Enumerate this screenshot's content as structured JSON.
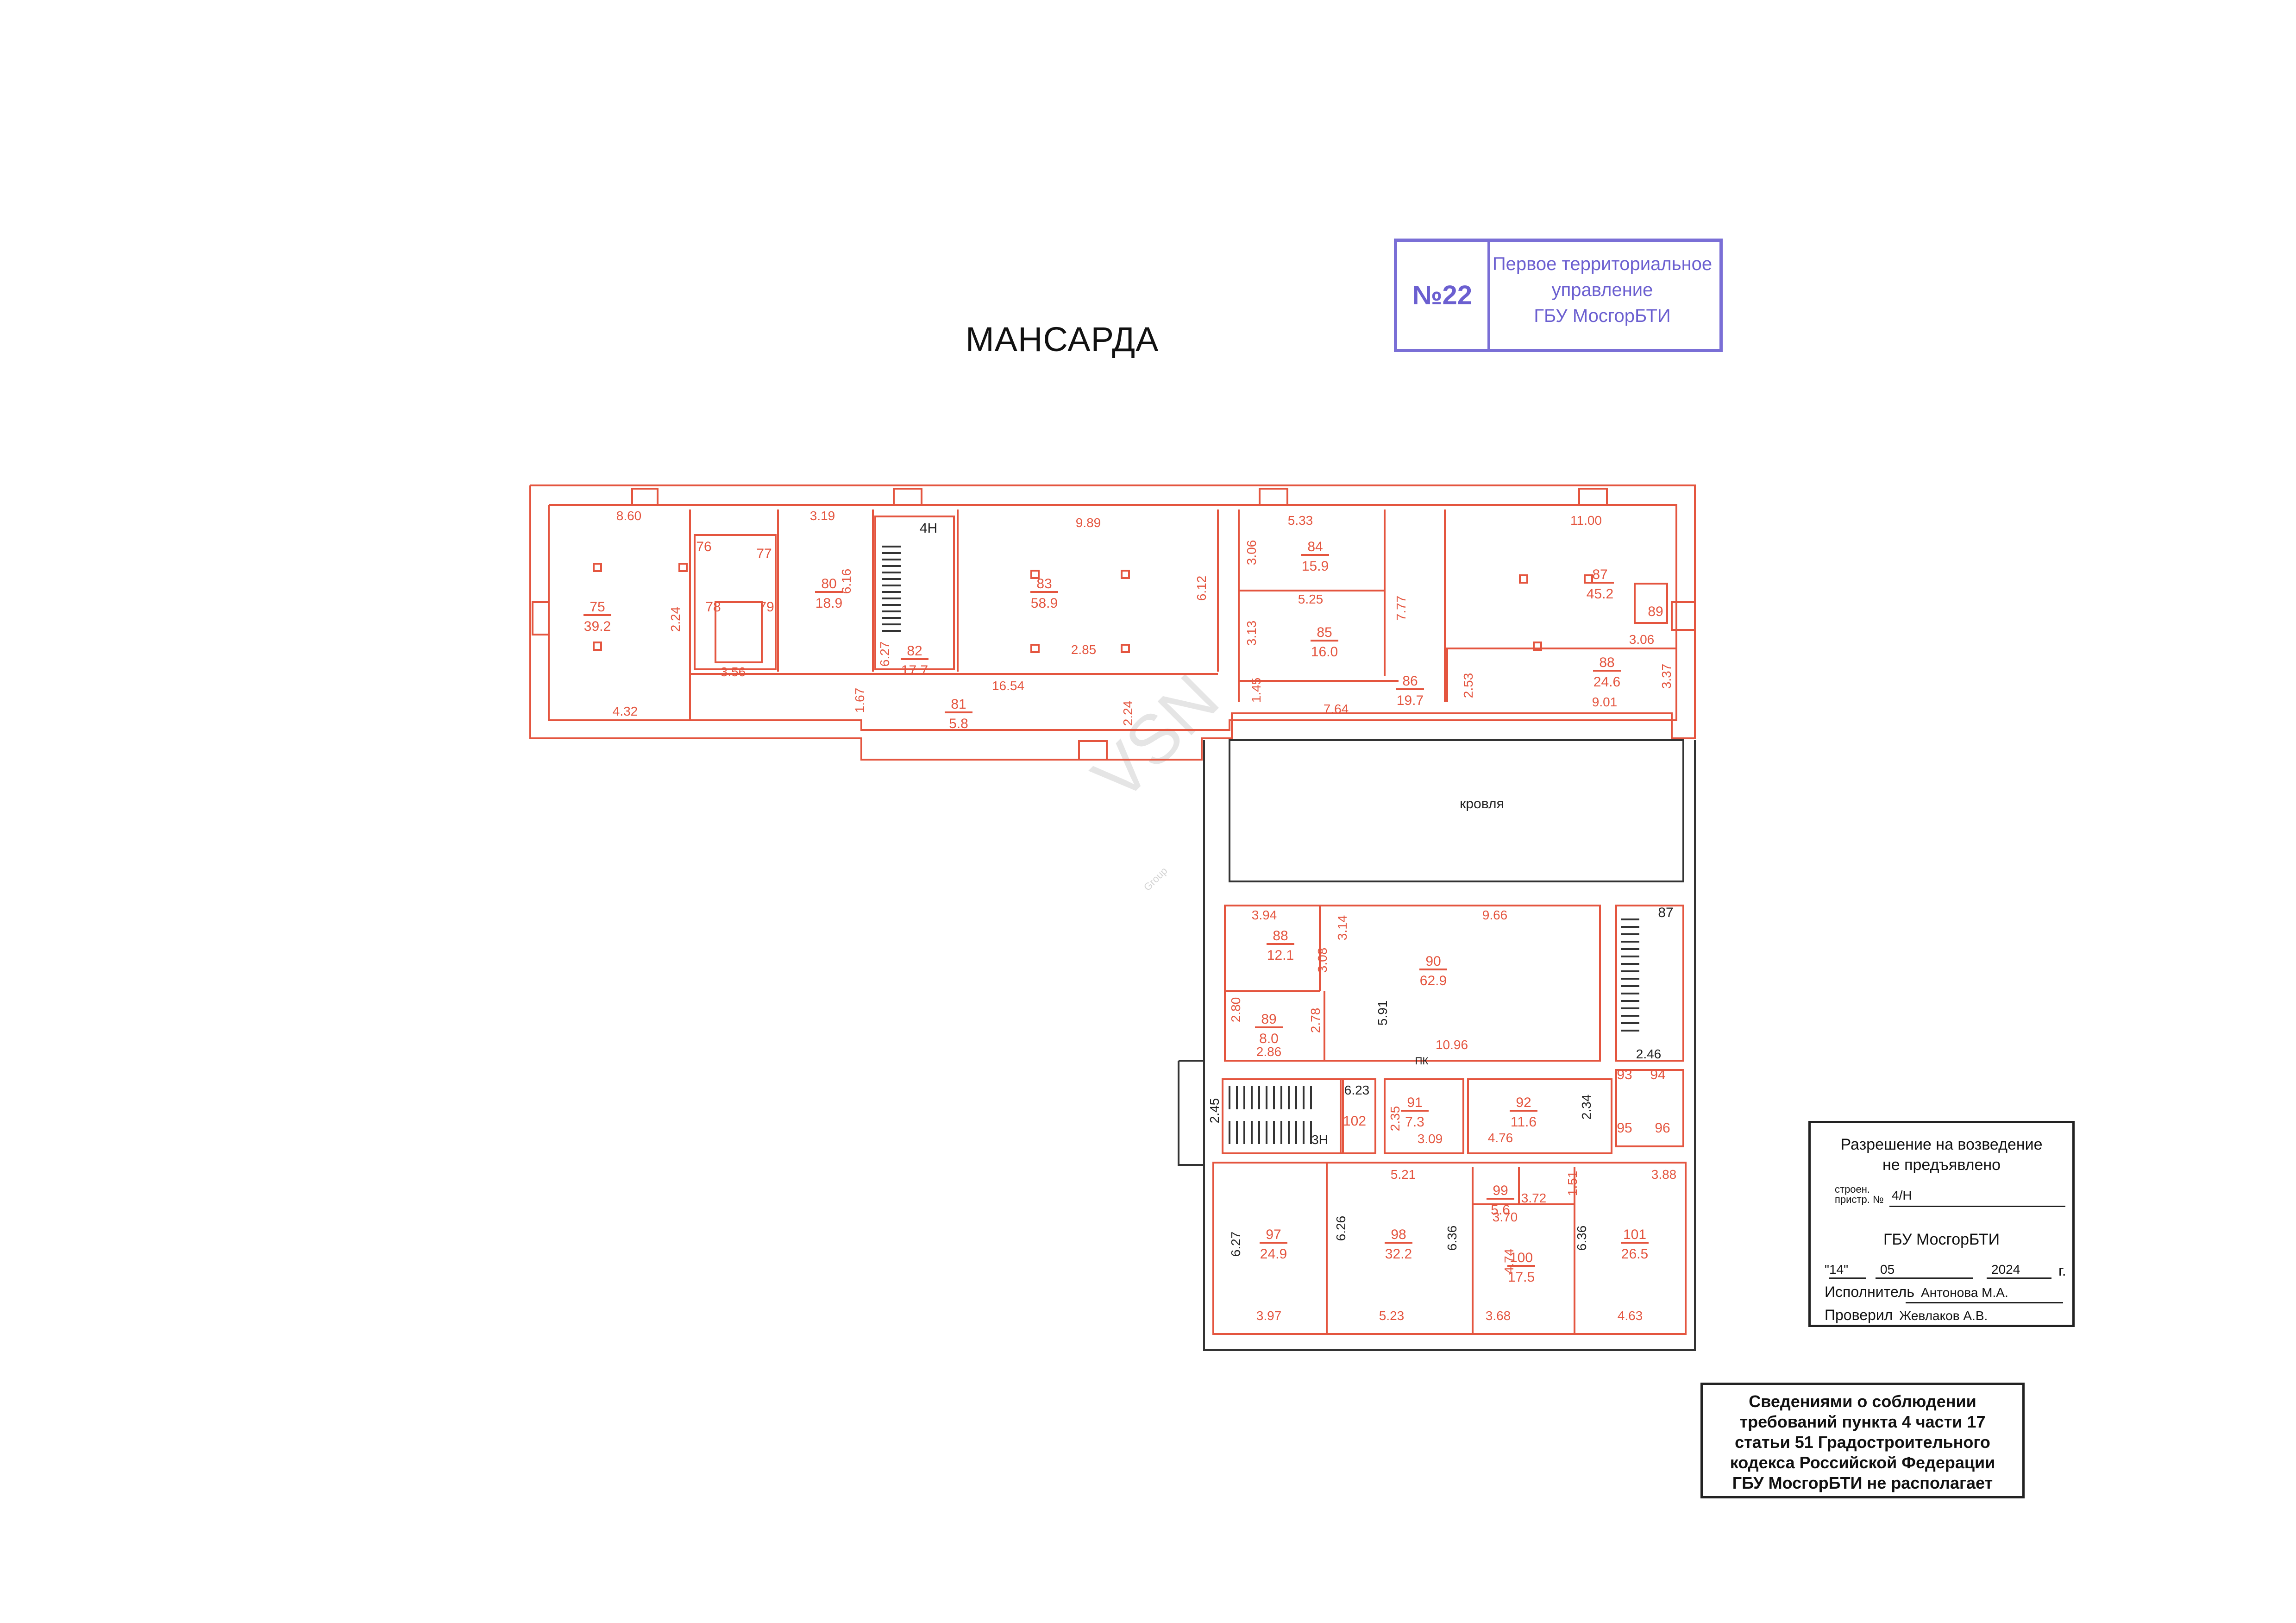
{
  "title": "МАНСАРДА",
  "stamp": {
    "number": "№22",
    "org_lines": [
      "Первое территориальное",
      "управление",
      "ГБУ МосгорБТИ"
    ]
  },
  "permission": {
    "line1": "Разрешение на возведение",
    "line2": "не предъявлено",
    "stroen_label": "строен.",
    "stroen_label2": "пристр. №",
    "stroen_value": "4/Н",
    "org": "ГБУ МосгорБТИ",
    "date_day": "\"14\"",
    "date_month": "05",
    "date_year": "2024",
    "date_suffix": "г.",
    "executor_label": "Исполнитель",
    "executor": "Антонова М.А.",
    "checker_label": "Проверил",
    "checker": "Жевлаков А.В."
  },
  "info_box": {
    "lines": [
      "Сведениями о соблюдении",
      "требований пункта 4 части 17",
      "статьи 51 Градостроительного",
      "кодекса Российской Федерации",
      "ГБУ МосгорБТИ не располагает"
    ]
  },
  "watermark": {
    "text": "VSN",
    "sub": "Group"
  },
  "plan": {
    "roof_label": "кровля",
    "stair_top": "4Н",
    "stair_bottom": "3Н",
    "pk_label": "ПК",
    "rooms": [
      {
        "id": "75",
        "area": "39.2"
      },
      {
        "id": "76",
        "area": ""
      },
      {
        "id": "77",
        "area": ""
      },
      {
        "id": "78",
        "area": ""
      },
      {
        "id": "79",
        "area": ""
      },
      {
        "id": "80",
        "area": "18.9"
      },
      {
        "id": "81",
        "area": "5.8"
      },
      {
        "id": "82",
        "area": "17.7"
      },
      {
        "id": "83",
        "area": "58.9"
      },
      {
        "id": "84",
        "area": "15.9"
      },
      {
        "id": "85",
        "area": "16.0"
      },
      {
        "id": "86",
        "area": "19.7"
      },
      {
        "id": "87",
        "area": "45.2"
      },
      {
        "id": "88",
        "area": "24.6"
      },
      {
        "id": "89",
        "area": ""
      },
      {
        "id": "88",
        "area": "12.1"
      },
      {
        "id": "89",
        "area": "8.0"
      },
      {
        "id": "90",
        "area": "62.9"
      },
      {
        "id": "91",
        "area": "7.3"
      },
      {
        "id": "92",
        "area": "11.6"
      },
      {
        "id": "93",
        "area": ""
      },
      {
        "id": "94",
        "area": ""
      },
      {
        "id": "95",
        "area": ""
      },
      {
        "id": "96",
        "area": ""
      },
      {
        "id": "97",
        "area": "24.9"
      },
      {
        "id": "98",
        "area": "32.2"
      },
      {
        "id": "99",
        "area": "5.6"
      },
      {
        "id": "100",
        "area": "17.5"
      },
      {
        "id": "101",
        "area": "26.5"
      },
      {
        "id": "102",
        "area": ""
      },
      {
        "id": "87",
        "area": ""
      }
    ],
    "dims": [
      "8.60",
      "3.19",
      "9.89",
      "5.33",
      "11.00",
      "2.24",
      "6.16",
      "6.12",
      "3.06",
      "5.25",
      "3.13",
      "7.77",
      "3.06",
      "3.37",
      "2.53",
      "9.01",
      "3.56",
      "1.67",
      "6.27",
      "16.54",
      "2.85",
      "2.24",
      "1.45",
      "7.64",
      "4.32",
      "3.94",
      "3.14",
      "9.66",
      "3.08",
      "2.80",
      "2.78",
      "5.91",
      "10.96",
      "2.86",
      "2.46",
      "6.23",
      "2.45",
      "2.35",
      "3.09",
      "2.34",
      "4.76",
      "5.21",
      "3.72",
      "1.51",
      "3.88",
      "3.70",
      "6.27",
      "6.26",
      "6.36",
      "4.74",
      "6.36",
      "3.97",
      "5.23",
      "3.68",
      "4.63"
    ]
  }
}
